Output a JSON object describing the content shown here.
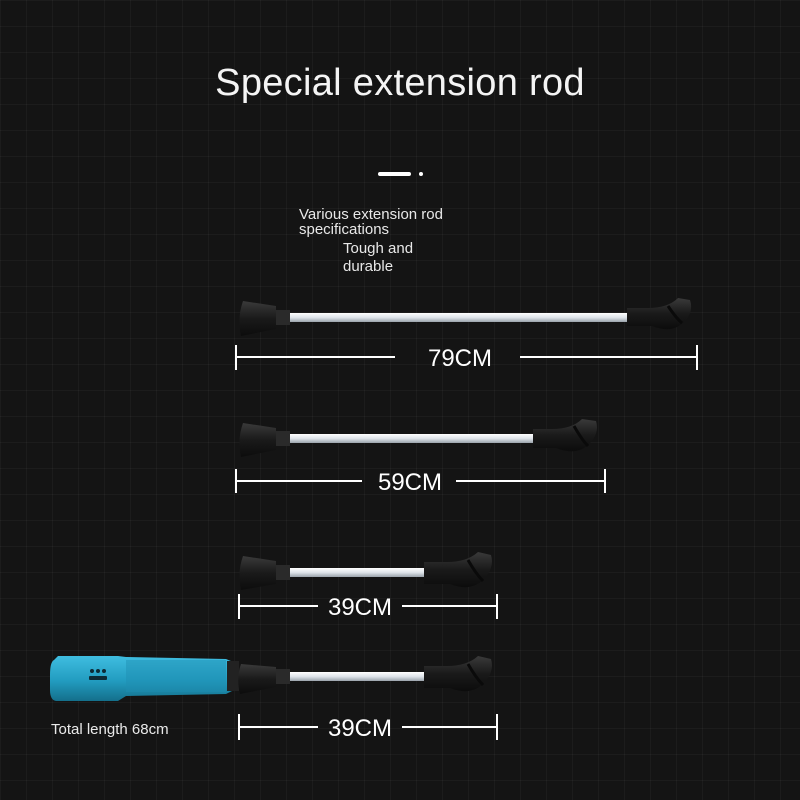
{
  "header": {
    "title": "Special extension rod",
    "subtitle_line1": "Various extension rod specifications",
    "subtitle_line2": "Tough and durable"
  },
  "rods": [
    {
      "length_label": "79CM"
    },
    {
      "length_label": "59CM"
    },
    {
      "length_label": "39CM"
    },
    {
      "length_label": "39CM",
      "with_handle": true
    }
  ],
  "caption": "Total length 68cm",
  "colors": {
    "background": "#141414",
    "rod_shaft": "#e9edf1",
    "rod_end": "#1c1c1c",
    "handle": "#27a6c9"
  }
}
